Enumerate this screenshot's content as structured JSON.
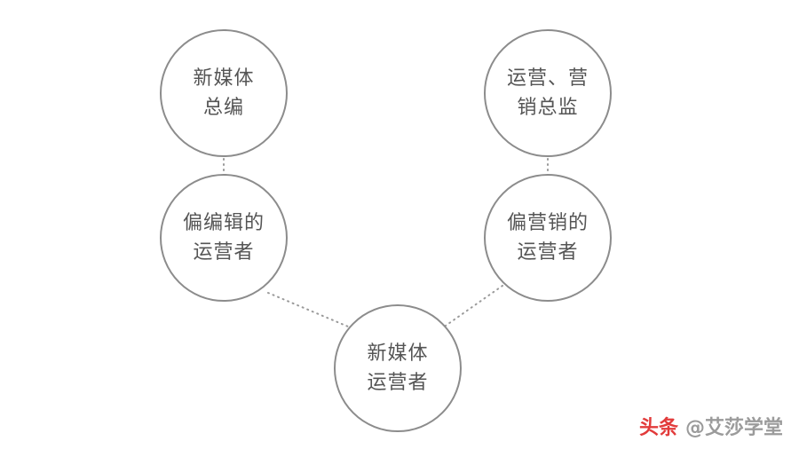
{
  "nodes": [
    {
      "l1": "新媒体",
      "l2": "总编"
    },
    {
      "l1": "运营、营",
      "l2": "销总监"
    },
    {
      "l1": "偏编辑的",
      "l2": "运营者"
    },
    {
      "l1": "偏营销的",
      "l2": "运营者"
    },
    {
      "l1": "新媒体",
      "l2": "运营者"
    }
  ],
  "watermark": {
    "brand": "头条",
    "handle": "@艾莎学堂"
  },
  "colors": {
    "circle_border": "#8c8c8c",
    "node_text": "#555555",
    "connector": "#9a9a9a",
    "brand_red": "#e23b3b",
    "handle_gray": "#9b9b9b"
  }
}
